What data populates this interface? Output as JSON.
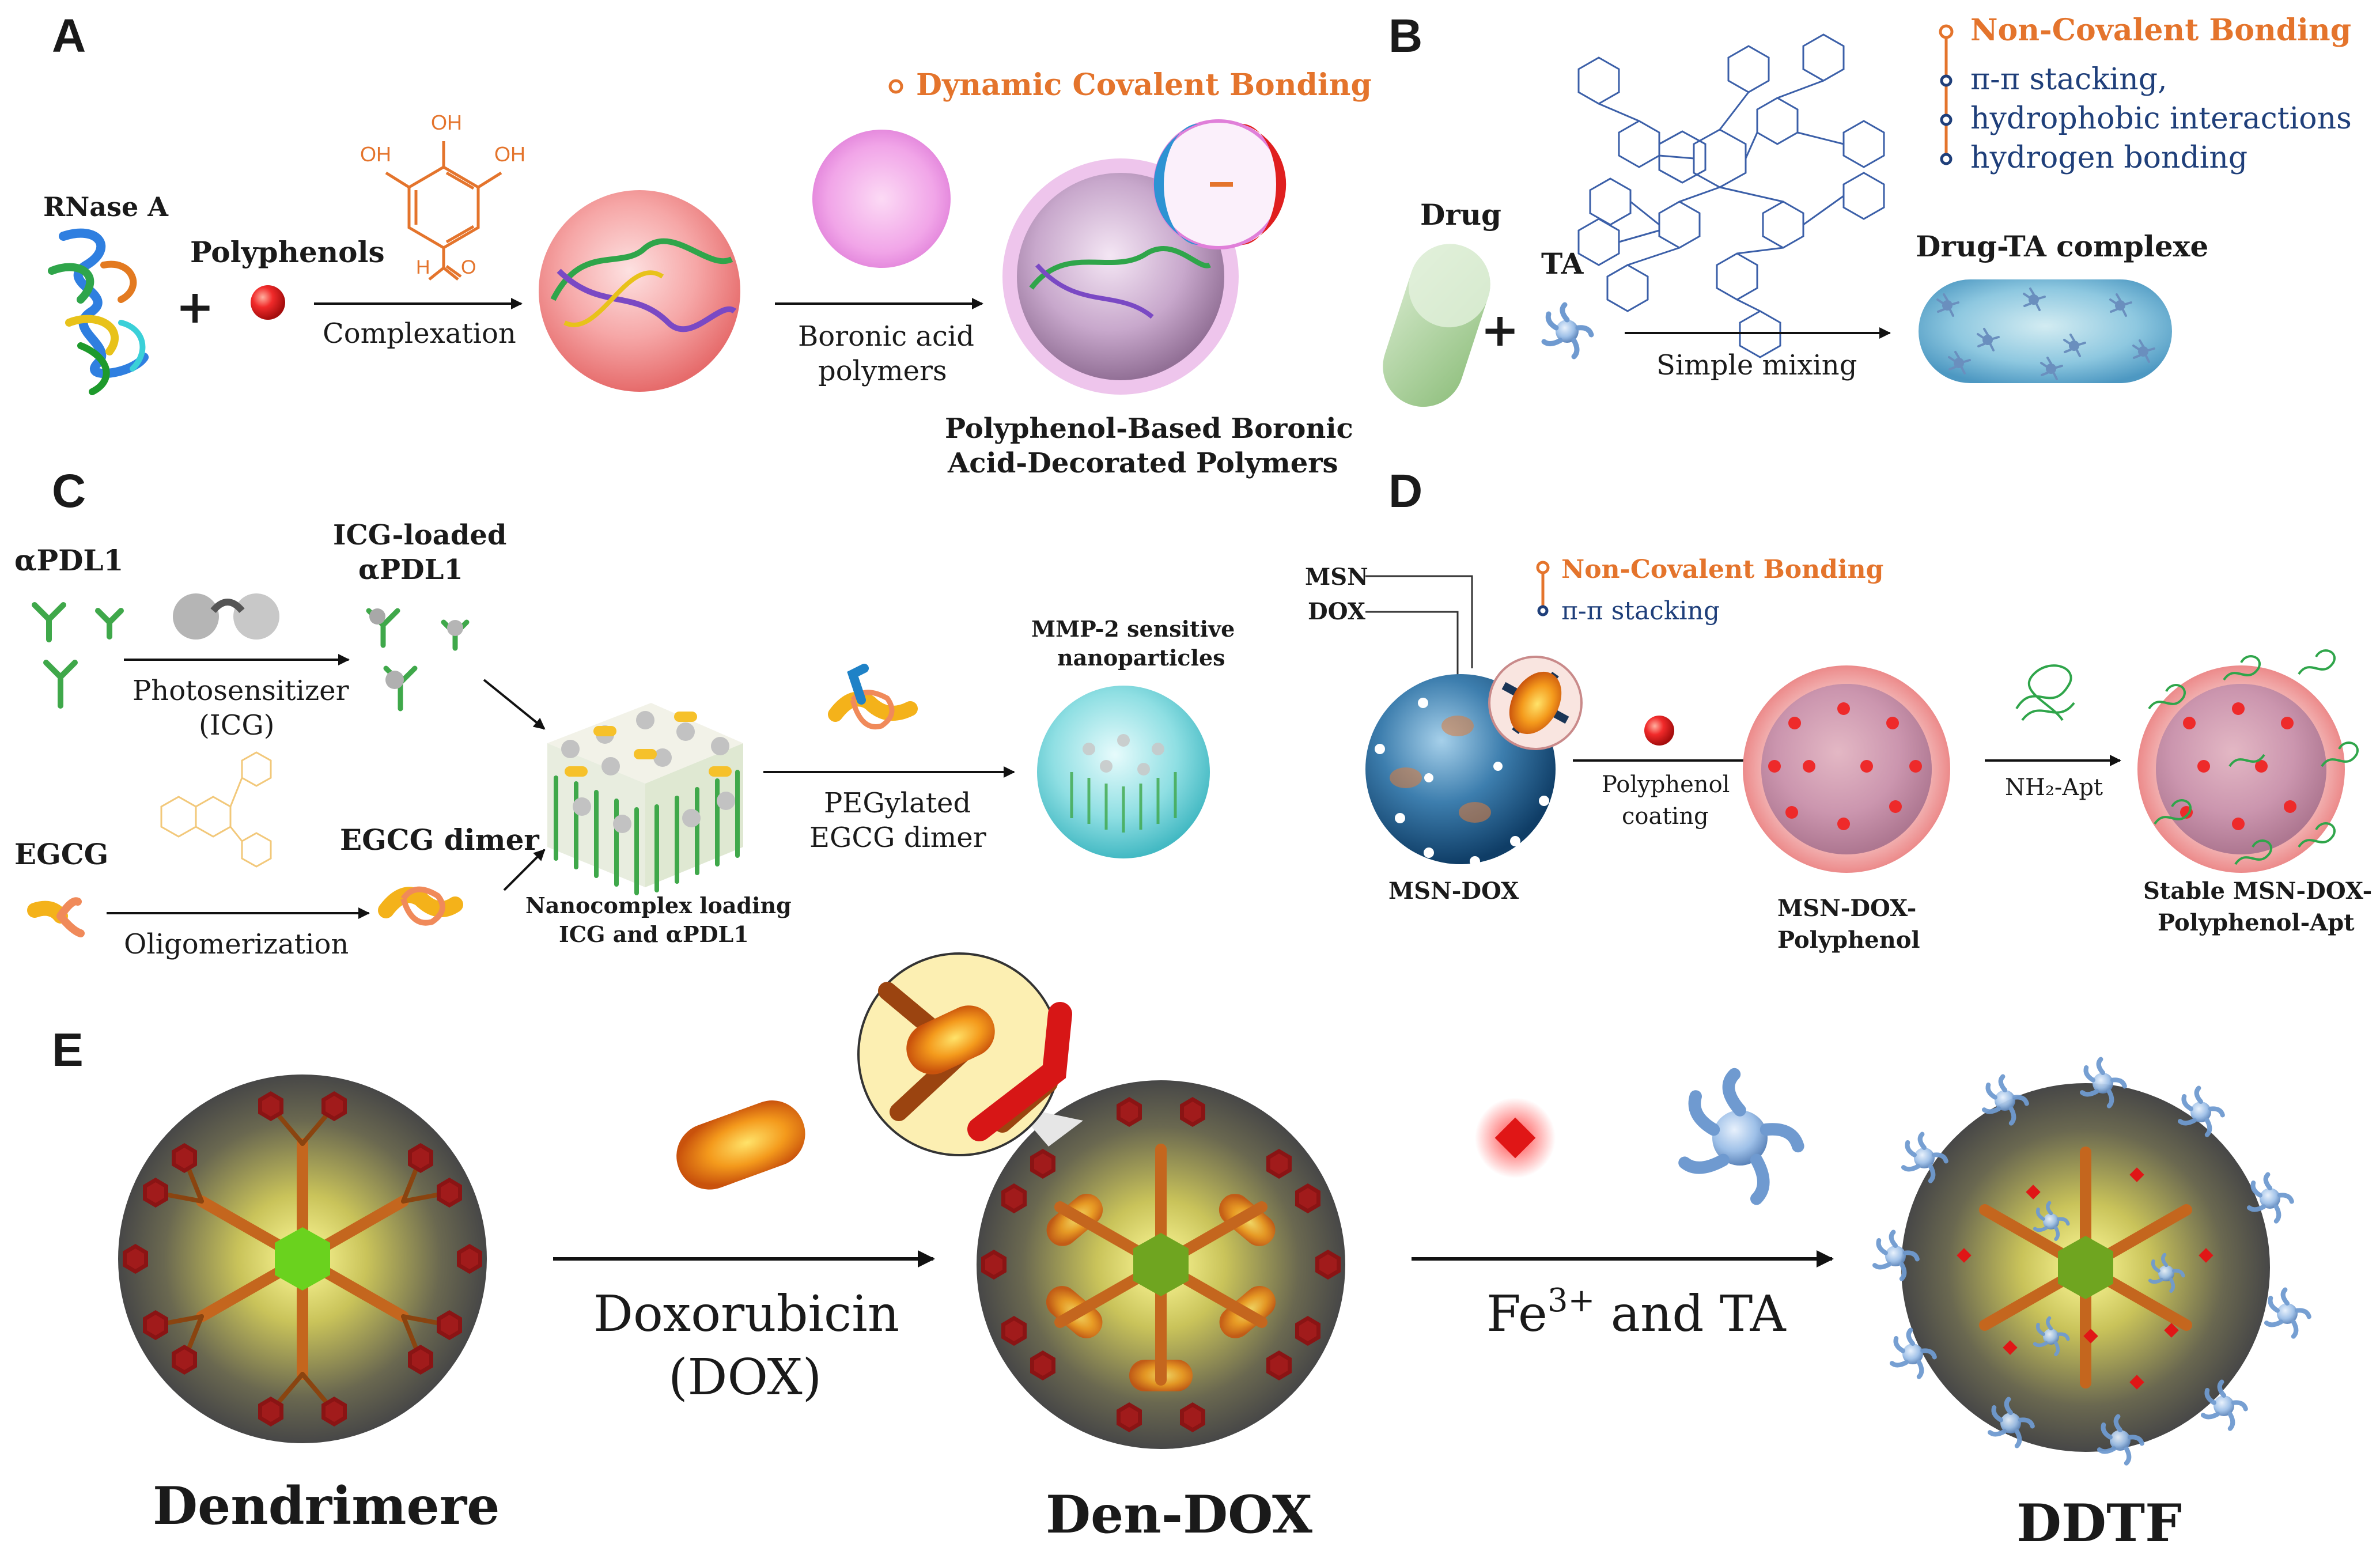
{
  "panels": {
    "a": {
      "letter": "A",
      "protein_label": "RNase A",
      "polyphenols_label": "Polyphenols",
      "oh_top": "OH",
      "oh_left": "OH",
      "oh_right": "OH",
      "aldehyde_h": "H",
      "aldehyde_o": "O",
      "plus": "+",
      "step1_label": "Complexation",
      "step2_label_line1": "Boronic acid",
      "step2_label_line2": "polymers",
      "bond_legend": "Dynamic Covalent Bonding",
      "product_line1": "Polyphenol-Based Boronic",
      "product_line2": "Acid-Decorated Polymers"
    },
    "b": {
      "letter": "B",
      "drug_label": "Drug",
      "ta_label": "TA",
      "plus": "+",
      "step_label": "Simple mixing",
      "product_label": "Drug-TA complexe",
      "legend_title": "Non-Covalent Bonding",
      "legend_item1": "π-π stacking,",
      "legend_item2": "hydrophobic interactions",
      "legend_item3": "hydrogen bonding"
    },
    "c": {
      "letter": "C",
      "antibody_label": "αPDL1",
      "icg_loaded_line1": "ICG-loaded",
      "icg_loaded_line2": "αPDL1",
      "photosensitizer_line1": "Photosensitizer",
      "photosensitizer_line2": "(ICG)",
      "egcg_label": "EGCG",
      "egcg_dimer_label": "EGCG dimer",
      "oligomerization_label": "Oligomerization",
      "nanocomplex_line1": "Nanocomplex loading",
      "nanocomplex_line2": "ICG and αPDL1",
      "pegylated_line1": "PEGylated",
      "pegylated_line2": "EGCG dimer",
      "mmp_line1": "MMP-2 sensitive",
      "mmp_line2": "nanoparticles"
    },
    "d": {
      "letter": "D",
      "msn_label": "MSN",
      "dox_label": "DOX",
      "legend_title": "Non-Covalent Bonding",
      "legend_item1": "π-π stacking",
      "msn_dox_label": "MSN-DOX",
      "coating_line1": "Polyphenol",
      "coating_line2": "coating",
      "msn_dox_poly_line1": "MSN-DOX-",
      "msn_dox_poly_line2": "Polyphenol",
      "apt_label": "NH₂-Apt",
      "stable_line1": "Stable MSN-DOX-",
      "stable_line2": "Polyphenol-Apt"
    },
    "e": {
      "letter": "E",
      "dendrimer_label": "Dendrimere",
      "step1_line1": "Doxorubicin",
      "step1_line2": "(DOX)",
      "den_dox_label": "Den-DOX",
      "step2_prefix": "Fe",
      "step2_sup": "3+",
      "step2_suffix": " and TA",
      "ddtf_label": "DDTF"
    }
  },
  "colors": {
    "orange_accent": "#e4742c",
    "navy_text": "#1f3f7a",
    "red_sphere": "#e03030",
    "pink_particle": "#f3a0b4",
    "cyan_particle": "#48b8e0",
    "dendrimer_shell": "#555555",
    "dendrimer_core": "#7bd12e"
  }
}
